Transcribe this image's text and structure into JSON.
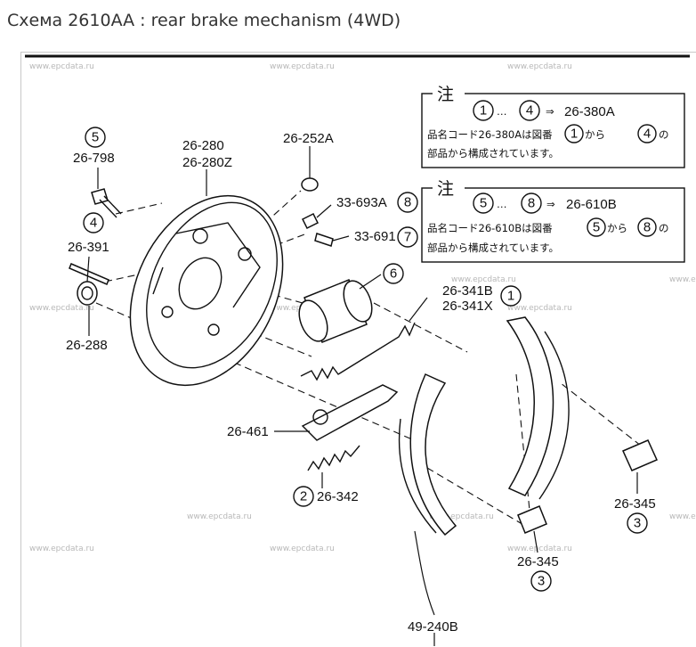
{
  "title": "Схема 2610AA : rear brake mechanism (4WD)",
  "watermark": "www.epcdata.ru",
  "notes": [
    {
      "heading": "注",
      "range_from": "1",
      "range_sep": "…",
      "range_to": "4",
      "arrow": "⇒",
      "target": "26-380A",
      "line2_pre": "品名コード26-380Aは図番",
      "line2_from": "1",
      "line2_mid": "から",
      "line2_to": "4",
      "line2_post": "の",
      "line3": "部品から構成されています。"
    },
    {
      "heading": "注",
      "range_from": "5",
      "range_sep": "…",
      "range_to": "8",
      "arrow": "⇒",
      "target": "26-610B",
      "line2_pre": "品名コード26-610Bは図番",
      "line2_from": "5",
      "line2_mid": "から",
      "line2_to": "8",
      "line2_post": "の",
      "line3": "部品から構成されています。"
    }
  ],
  "labels": {
    "p5": "5",
    "c26_798": "26-798",
    "p4": "4",
    "c26_391": "26-391",
    "c26_288": "26-288",
    "c26_280": "26-280",
    "c26_280z": "26-280Z",
    "c26_252a": "26-252A",
    "c33_693a": "33-693A",
    "p8": "8",
    "c33_691": "33-691",
    "p7": "7",
    "p6": "6",
    "c26_341b": "26-341B",
    "c26_341x": "26-341X",
    "p1": "1",
    "c26_461": "26-461",
    "p2": "2",
    "c26_342": "26-342",
    "c26_345a": "26-345",
    "p3a": "3",
    "c26_345b": "26-345",
    "p3b": "3",
    "c49_240b": "49-240B"
  }
}
